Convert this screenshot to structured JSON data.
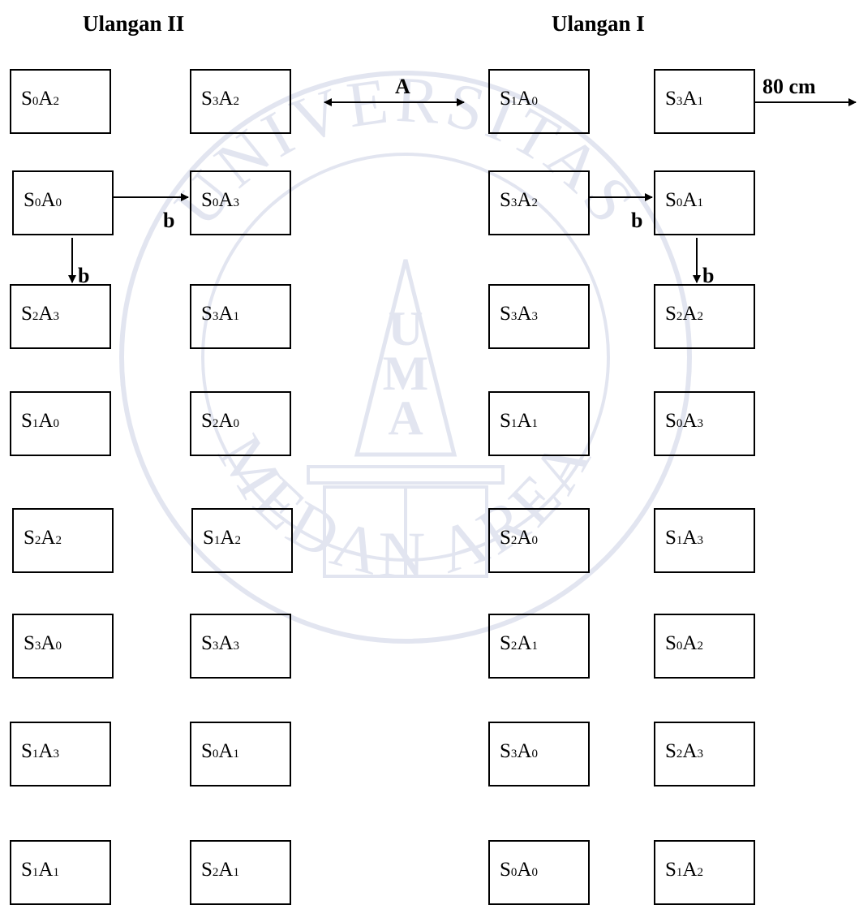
{
  "headings": {
    "left": "Ulangan II",
    "right": "Ulangan I"
  },
  "watermark": {
    "text_top": "UNIVERSITAS",
    "text_bottom": "MEDAN AREA",
    "initials": [
      "U",
      "M",
      "A"
    ]
  },
  "markers": {
    "between_plots": "A",
    "width_label": "80 cm",
    "spacing_right_1": "b",
    "spacing_down_1": "b",
    "spacing_right_2": "b",
    "spacing_down_2": "b"
  },
  "plots": {
    "ulangan_2": {
      "col_1": [
        {
          "s": "0",
          "a": "2"
        },
        {
          "s": "0",
          "a": "0"
        },
        {
          "s": "2",
          "a": "3"
        },
        {
          "s": "1",
          "a": "0"
        },
        {
          "s": "2",
          "a": "2"
        },
        {
          "s": "3",
          "a": "0"
        },
        {
          "s": "1",
          "a": "3"
        },
        {
          "s": "1",
          "a": "1"
        }
      ],
      "col_2": [
        {
          "s": "3",
          "a": "2"
        },
        {
          "s": "0",
          "a": "3"
        },
        {
          "s": "3",
          "a": "1"
        },
        {
          "s": "2",
          "a": "0"
        },
        {
          "s": "1",
          "a": "2"
        },
        {
          "s": "3",
          "a": "3"
        },
        {
          "s": "0",
          "a": "1"
        },
        {
          "s": "2",
          "a": "1"
        }
      ]
    },
    "ulangan_1": {
      "col_1": [
        {
          "s": "1",
          "a": "0"
        },
        {
          "s": "3",
          "a": "2"
        },
        {
          "s": "3",
          "a": "3"
        },
        {
          "s": "1",
          "a": "1"
        },
        {
          "s": "2",
          "a": "0"
        },
        {
          "s": "2",
          "a": "1"
        },
        {
          "s": "3",
          "a": "0"
        },
        {
          "s": "0",
          "a": "0"
        }
      ],
      "col_2": [
        {
          "s": "3",
          "a": "1"
        },
        {
          "s": "0",
          "a": "1"
        },
        {
          "s": "2",
          "a": "2"
        },
        {
          "s": "0",
          "a": "3"
        },
        {
          "s": "1",
          "a": "3"
        },
        {
          "s": "0",
          "a": "2"
        },
        {
          "s": "2",
          "a": "3"
        },
        {
          "s": "1",
          "a": "2"
        }
      ]
    }
  }
}
